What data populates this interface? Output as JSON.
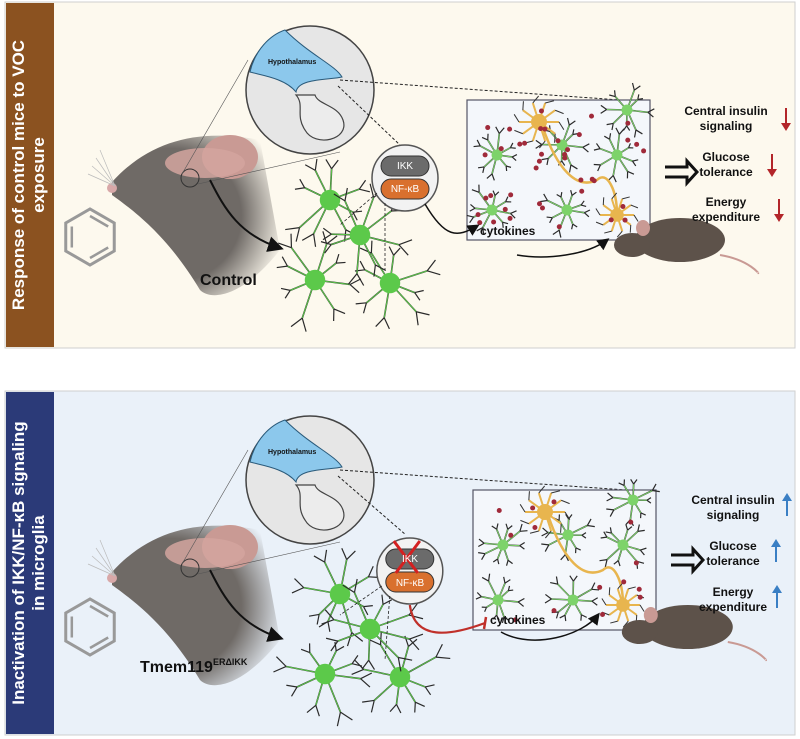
{
  "colors": {
    "top_panel_bg": "#fdf9ee",
    "top_sidebar": "#8b5220",
    "bottom_panel_bg": "#eaf1f9",
    "bottom_sidebar": "#2b3a78",
    "hypothalamus": "#8cc8ec",
    "microglia": "#5cc94a",
    "neuron": "#e8b54e",
    "ikk": "#6b6b6b",
    "nfkb": "#d9702e",
    "decrease_arrow": "#b3262a",
    "increase_arrow": "#3a7fc4",
    "inhibition": "#c0302a"
  },
  "top": {
    "side_title_line1": "Response of control mice to VOC",
    "side_title_line2": "exposure",
    "hypothalamus_label": "Hypothalamus",
    "ikk_label": "IKK",
    "nfkb_label": "NF-κB",
    "cytokines_label": "cytokines",
    "genotype_label": "Control",
    "outcomes": [
      {
        "line1": "Central insulin",
        "line2": "signaling",
        "direction": "down"
      },
      {
        "line1": "Glucose",
        "line2": "tolerance",
        "direction": "down"
      },
      {
        "line1": "Energy",
        "line2": "expenditure",
        "direction": "down"
      }
    ]
  },
  "bottom": {
    "side_title_line1": "Inactivation of IKK/NF-κB signaling",
    "side_title_line2": "in microglia",
    "hypothalamus_label": "Hypothalamus",
    "ikk_label": "IKK",
    "nfkb_label": "NF-κB",
    "cytokines_label": "cytokines",
    "genotype_label": "Tmem119",
    "genotype_superscript": "ERΔIKK",
    "outcomes": [
      {
        "line1": "Central insulin",
        "line2": "signaling",
        "direction": "up"
      },
      {
        "line1": "Glucose",
        "line2": "tolerance",
        "direction": "up"
      },
      {
        "line1": "Energy",
        "line2": "expenditure",
        "direction": "up"
      }
    ]
  }
}
